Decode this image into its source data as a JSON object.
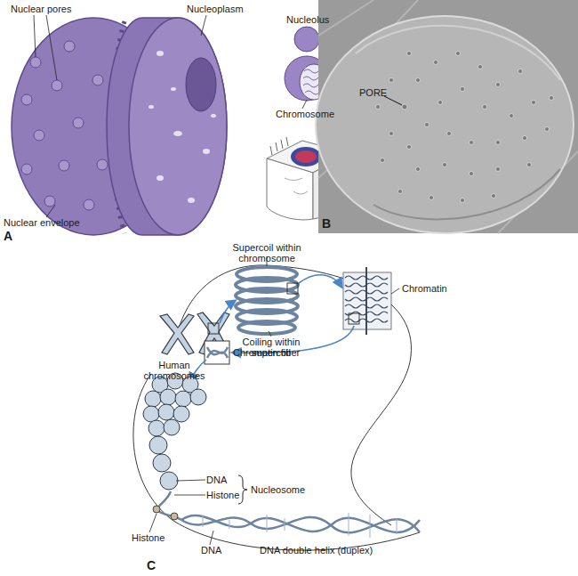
{
  "diagram": {
    "labels": [
      "Nuclear pores",
      "Nucleoplasm",
      "Nucleolus",
      "Chromosome",
      "Nuclear envelope",
      "A",
      "PORE",
      "B",
      "Supercoil within chromosome",
      "Human chromosomes",
      "Coiling within supercoil",
      "Chromatin",
      "Chromatin fiber",
      "DNA",
      "Histone",
      "Nucleosome",
      "Histone",
      "DNA",
      "DNA double helix (duplex)",
      "C"
    ]
  }
}
